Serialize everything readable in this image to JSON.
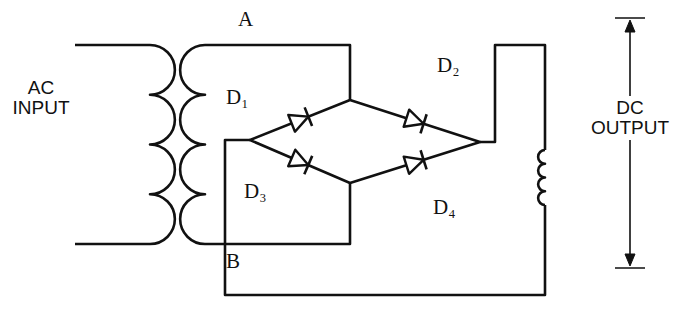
{
  "diagram": {
    "labels": [
      "A",
      "B",
      "D₁",
      "D₂",
      "D₃",
      "D₄",
      "AC INPUT",
      "DC OUTPUT"
    ]
  }
}
